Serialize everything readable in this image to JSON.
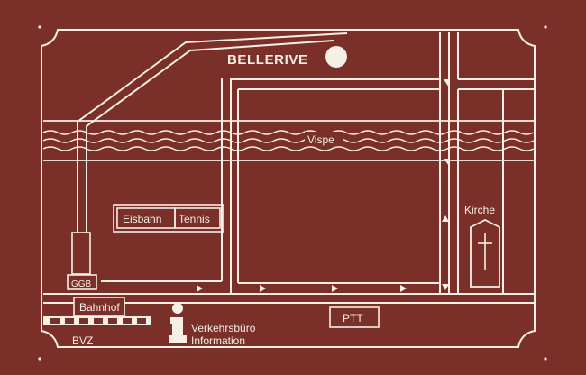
{
  "colors": {
    "background": "#7a3028",
    "ink": "#f5efe6"
  },
  "labels": {
    "hotel": "BELLERIVE",
    "river": "Vispe",
    "church": "Kirche",
    "ice_rink": "Eisbahn",
    "tennis": "Tennis",
    "ggb": "GGB",
    "station": "Bahnhof",
    "bvz": "BVZ",
    "tourist_office_line1": "Verkehrsbüro",
    "tourist_office_line2": "Information",
    "post_office": "PTT"
  },
  "icons": [
    "info-icon",
    "church-cross-icon",
    "hotel-marker-icon",
    "one-way-arrow-icon"
  ]
}
